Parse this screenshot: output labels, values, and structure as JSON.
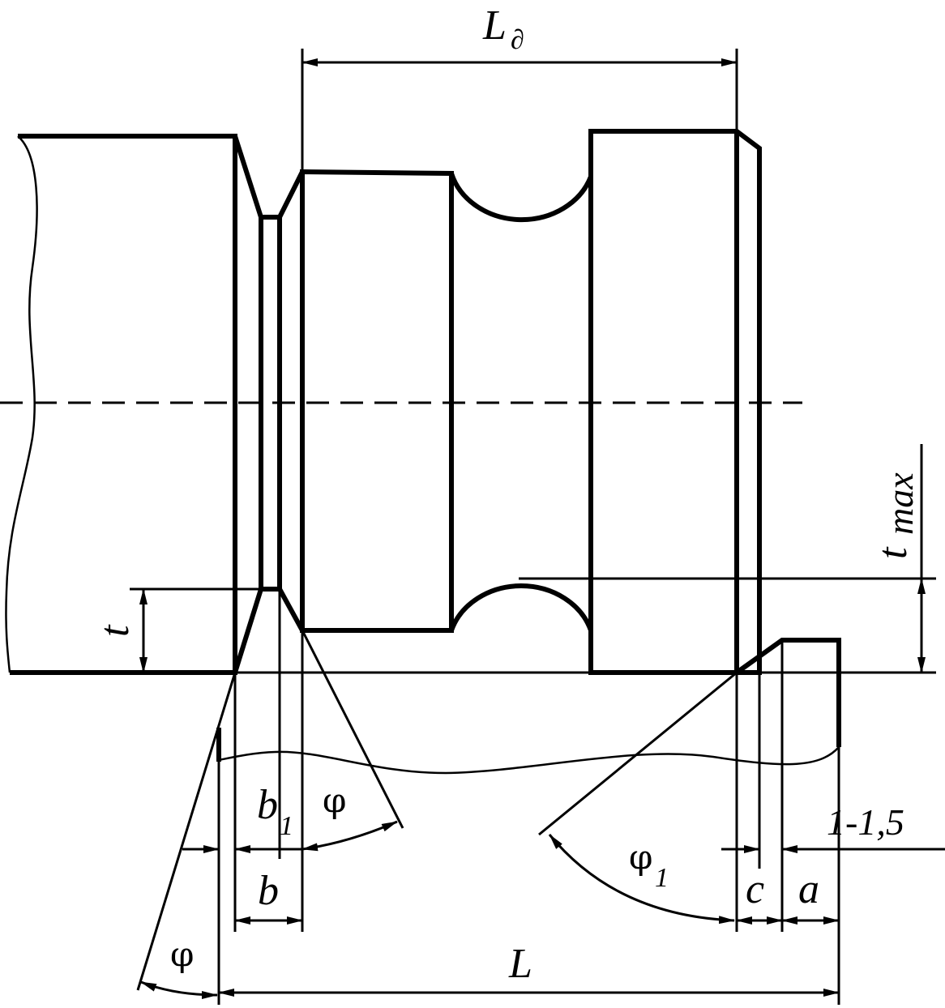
{
  "labels": {
    "l_d_main": "L",
    "l_d_sub": "∂",
    "t": "t",
    "t_max_main": "t",
    "t_max_sub": "max",
    "b1_main": "b",
    "b1_sub": "1",
    "b": "b",
    "phi_top": "φ",
    "phi1_main": "φ",
    "phi1_sub": "1",
    "c": "c",
    "a": "a",
    "range": "1-1,5",
    "phi_bottom": "φ",
    "L": "L"
  }
}
